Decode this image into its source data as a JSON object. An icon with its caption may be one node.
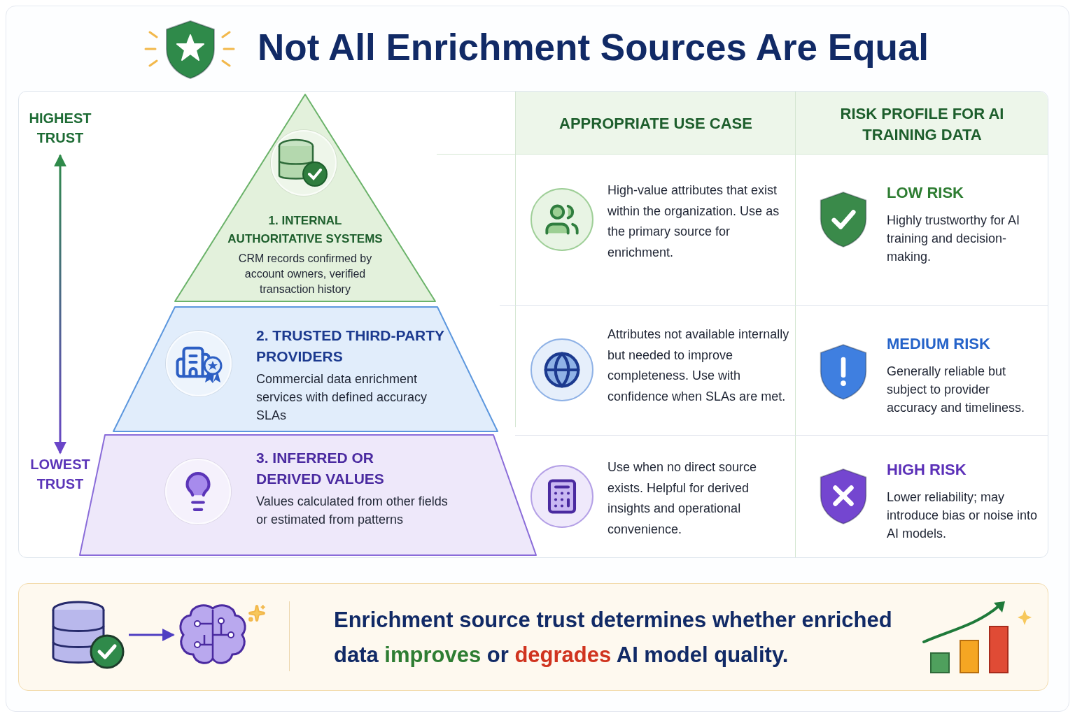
{
  "diagram": {
    "title": "Not All Enrichment Sources Are Equal",
    "nodes": [
      {
        "text": [
          "HIGHEST TRUST"
        ]
      },
      {
        "text": [
          "LOWEST TRUST"
        ]
      },
      {
        "text": [
          "1. INTERNAL AUTHORITATIVE SYSTEMS",
          "CRM records confirmed by account owners, verified transaction history"
        ]
      },
      {
        "text": [
          "2. TRUSTED THIRD-PARTY PROVIDERS",
          "Commercial data enrichment services with defined accuracy SLAs"
        ]
      },
      {
        "text": [
          "3. INFERRED OR DERIVED VALUES",
          "Values calculated from other fields or estimated from patterns"
        ]
      },
      {
        "text": [],
        "shape": "cylinder"
      },
      {
        "text": [],
        "shape": "picture"
      }
    ],
    "edges": [
      {
        "from": 0,
        "to": 1,
        "arrow": "both"
      },
      {
        "from": 5,
        "to": 6,
        "arrow": "to"
      }
    ],
    "labels": [
      "APPROPRIATE USE CASE",
      "RISK PROFILE FOR AI TRAINING DATA",
      "High-value attributes that exist within the organization. Use as the primary source for enrichment.",
      "LOW RISK",
      "Highly trustworthy for AI training and decision-making.",
      "Attributes not available internally but needed to improve completeness. Use with confidence when SLAs are met.",
      "MEDIUM RISK",
      "Generally reliable but subject to provider accuracy and timeliness.",
      "Use when no direct source exists. Helpful for derived insights and operational convenience.",
      "HIGH RISK",
      "Lower reliability; may introduce bias or noise into AI models.",
      "Enrichment source trust determines whether enriched data **improves** or *degrades* AI model quality."
    ]
  }
}
